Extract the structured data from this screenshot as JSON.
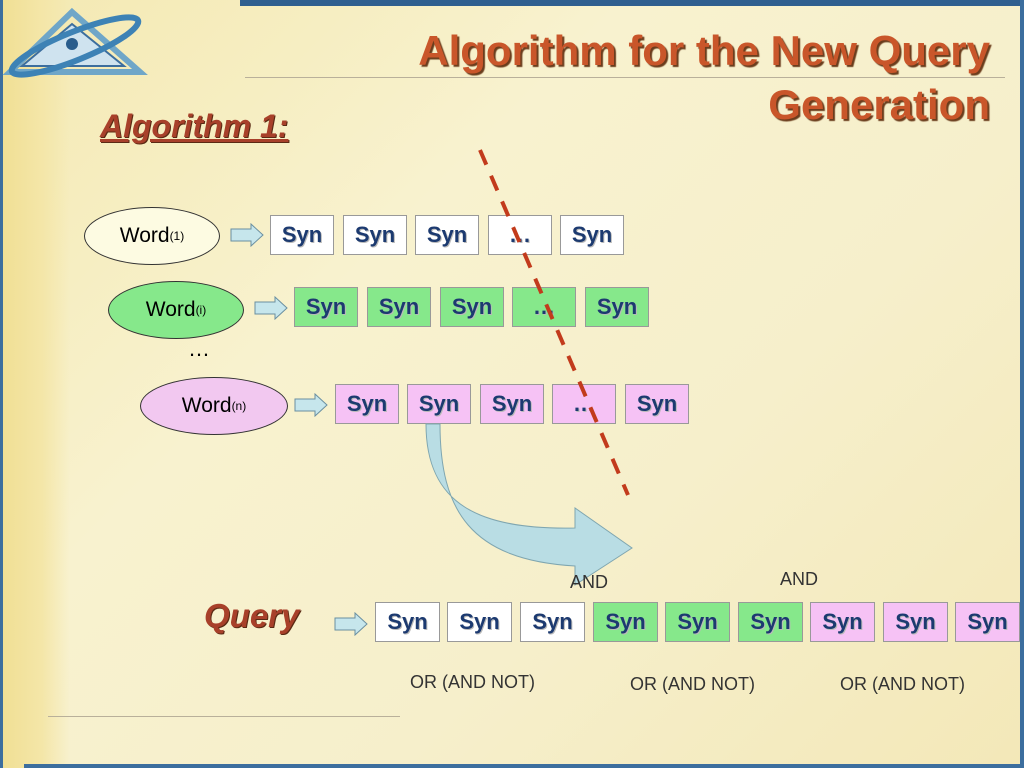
{
  "title": "Algorithm for the New Query Generation",
  "subtitle": "Algorithm 1:",
  "colors": {
    "white_row": "#ffffff",
    "green_row": "#86e88b",
    "pink_row": "#f6c2f5",
    "title": "#c9562a",
    "syn_text": "#1c3a70"
  },
  "words": [
    {
      "label": "Word",
      "subscript": "(1)",
      "fill": "#fdfbe2"
    },
    {
      "label": "Word",
      "subscript": "(i)",
      "fill": "#86e88b"
    },
    {
      "label": "Word",
      "subscript": "(n)",
      "fill": "#f2c8f0"
    }
  ],
  "rows": [
    [
      "Syn",
      "Syn",
      "Syn",
      "…",
      "Syn"
    ],
    [
      "Syn",
      "Syn",
      "Syn",
      "…",
      "Syn"
    ],
    [
      "Syn",
      "Syn",
      "Syn",
      "…",
      "Syn"
    ]
  ],
  "between_rows_ellipsis": "…",
  "query": {
    "label": "Query",
    "boxes": [
      {
        "text": "Syn",
        "group": "white"
      },
      {
        "text": "Syn",
        "group": "white"
      },
      {
        "text": "Syn",
        "group": "white"
      },
      {
        "text": "Syn",
        "group": "green"
      },
      {
        "text": "Syn",
        "group": "green"
      },
      {
        "text": "Syn",
        "group": "green"
      },
      {
        "text": "Syn",
        "group": "pink"
      },
      {
        "text": "Syn",
        "group": "pink"
      },
      {
        "text": "Syn",
        "group": "pink"
      }
    ],
    "and_labels": [
      "AND",
      "AND"
    ],
    "or_labels": [
      "OR (AND NOT)",
      "OR (AND NOT)",
      "OR (AND NOT)"
    ]
  },
  "icons": [
    "logo-icon",
    "right-arrow-icon",
    "curved-arrow-icon",
    "dashed-divider-line"
  ]
}
